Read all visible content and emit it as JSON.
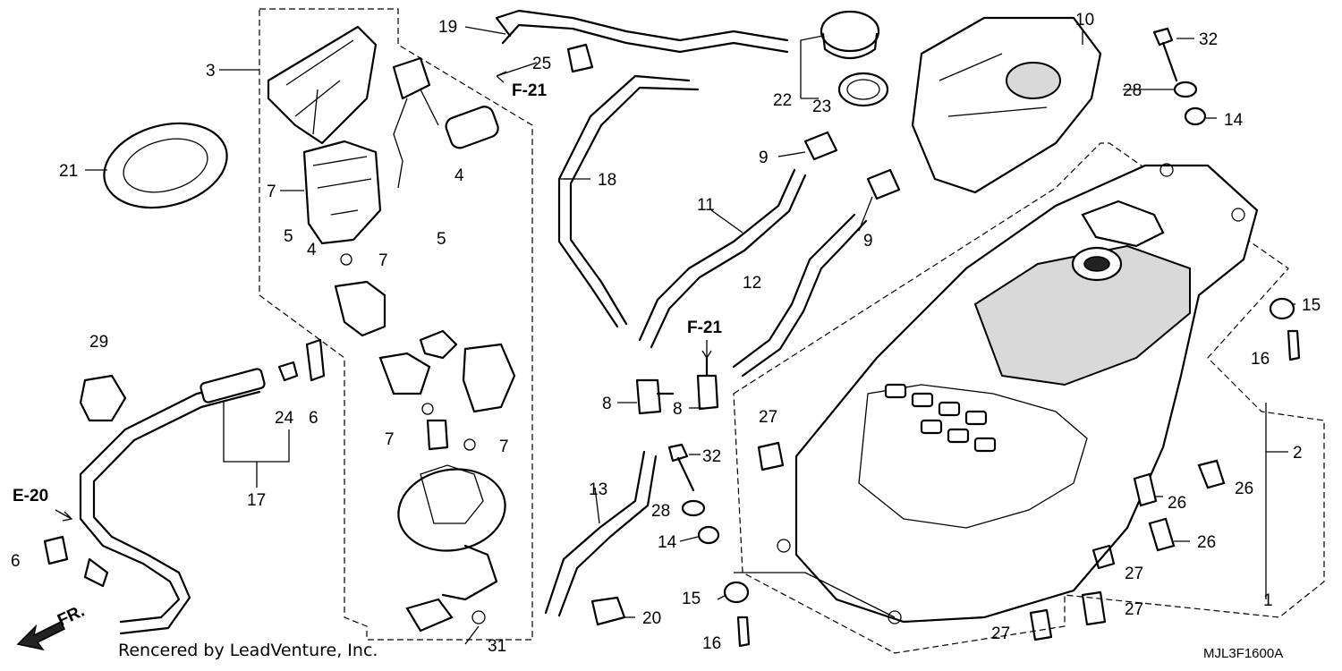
{
  "callouts": {
    "c1": "1",
    "c2": "2",
    "c3": "3",
    "c4a": "4",
    "c4b": "4",
    "c5a": "5",
    "c5b": "5",
    "c6a": "6",
    "c6b": "6",
    "c7a": "7",
    "c7b": "7",
    "c7c": "7",
    "c7d": "7",
    "c8a": "8",
    "c8b": "8",
    "c9a": "9",
    "c9b": "9",
    "c10": "10",
    "c11": "11",
    "c12": "12",
    "c13": "13",
    "c14a": "14",
    "c14b": "14",
    "c15a": "15",
    "c15b": "15",
    "c16a": "16",
    "c16b": "16",
    "c17": "17",
    "c18": "18",
    "c19": "19",
    "c20": "20",
    "c21": "21",
    "c22": "22",
    "c23": "23",
    "c24": "24",
    "c25": "25",
    "c26a": "26",
    "c26b": "26",
    "c26c": "26",
    "c27a": "27",
    "c27b": "27",
    "c27c": "27",
    "c27d": "27",
    "c28a": "28",
    "c28b": "28",
    "c29": "29",
    "c31": "31",
    "c32a": "32",
    "c32b": "32"
  },
  "references": {
    "f21_top": "F-21",
    "f21_mid": "F-21",
    "e20": "E-20",
    "front": "FR."
  },
  "footer": {
    "credit": "Rencered by LeadVenture, Inc.",
    "diagram_code": "MJL3F1600A"
  }
}
